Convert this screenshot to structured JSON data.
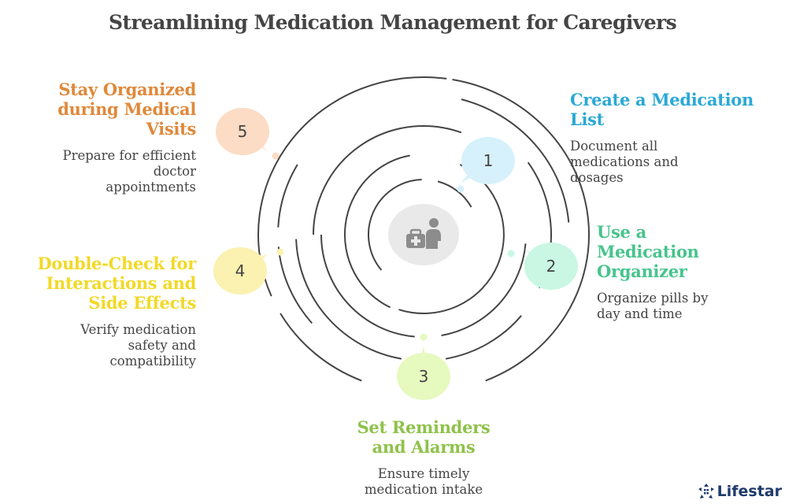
{
  "title": "Streamlining Medication Management for Caregivers",
  "center_icon": "caregiver-medical-kit-icon",
  "steps": [
    {
      "num": "1",
      "heading": "Create a Medication List",
      "heading_lines": [
        "Create a Medication",
        "List"
      ],
      "desc_lines": [
        "Document all",
        "medications and",
        "dosages"
      ],
      "color": "#2aa9d6",
      "bubble": "#d6f1fb"
    },
    {
      "num": "2",
      "heading": "Use a Medication Organizer",
      "heading_lines": [
        "Use a",
        "Medication",
        "Organizer"
      ],
      "desc_lines": [
        "Organize pills by",
        "day and time"
      ],
      "color": "#47c48c",
      "bubble": "#c9f7e3"
    },
    {
      "num": "3",
      "heading": "Set Reminders and Alarms",
      "heading_lines": [
        "Set Reminders",
        "and Alarms"
      ],
      "desc_lines": [
        "Ensure timely",
        "medication intake"
      ],
      "color": "#8fc24a",
      "bubble": "#e6f9bf"
    },
    {
      "num": "4",
      "heading": "Double-Check for Interactions and Side Effects",
      "heading_lines": [
        "Double-Check for",
        "Interactions and",
        "Side Effects"
      ],
      "desc_lines": [
        "Verify medication",
        "safety and",
        "compatibility"
      ],
      "color": "#f2d925",
      "bubble": "#fbf1b0"
    },
    {
      "num": "5",
      "heading": "Stay Organized during Medical Visits",
      "heading_lines": [
        "Stay Organized",
        "during Medical",
        "Visits"
      ],
      "desc_lines": [
        "Prepare for efficient",
        "doctor",
        "appointments"
      ],
      "color": "#e0883a",
      "bubble": "#fcdcc4"
    }
  ],
  "logo": {
    "text": "Lifestar",
    "icon": "lifestar-logo-icon",
    "color": "#1e3a6b"
  }
}
